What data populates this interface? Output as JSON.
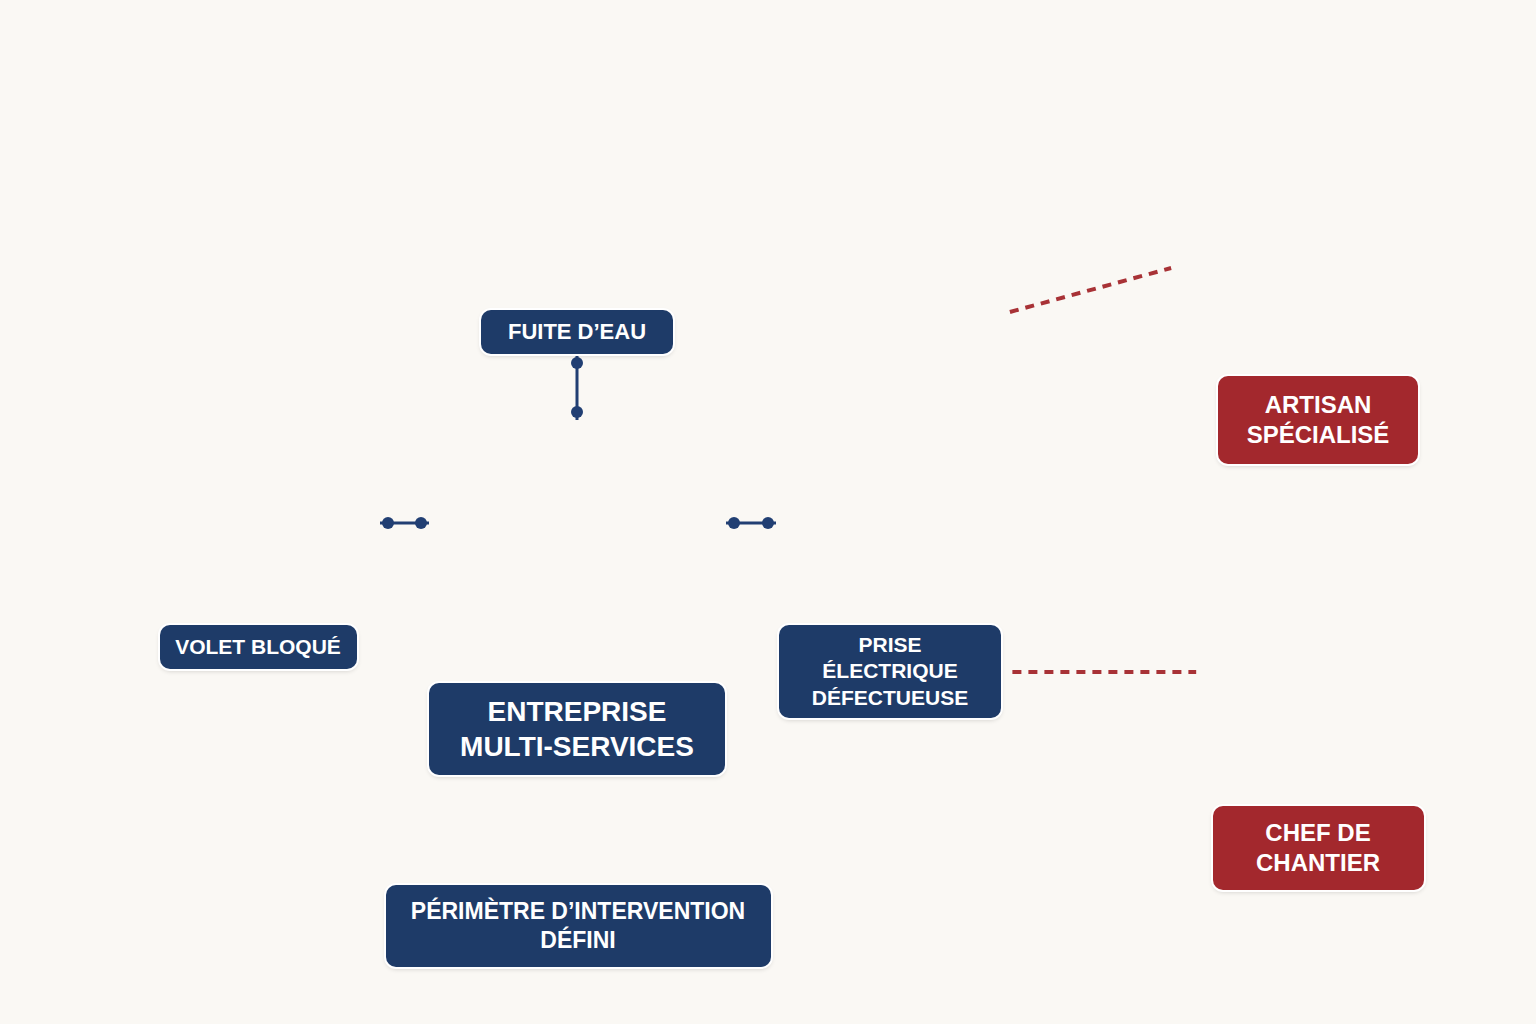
{
  "diagram": {
    "nodes": [
      {
        "text": [
          "PÉRIMÈTRE D’INTERVENTION DÉFINI"
        ]
      },
      {
        "text": [
          "FUITE D’EAU"
        ],
        "in": 0
      },
      {
        "text": [
          "VOLET BLOQUÉ"
        ],
        "in": 0
      },
      {
        "text": [
          "ENTREPRISE MULTI-SERVICES"
        ],
        "in": 0
      },
      {
        "text": [
          "PRISE ÉLECTRIQUE DÉFECTUEUSE"
        ],
        "in": 0
      },
      {
        "text": [
          "ARTISAN SPÉCIALISÉ"
        ]
      },
      {
        "text": [
          "CHEF DE CHANTIER"
        ]
      }
    ],
    "edges": [
      {
        "from": 1,
        "to": 3,
        "arrow": "none"
      },
      {
        "from": 2,
        "to": 3,
        "arrow": "none"
      },
      {
        "from": 3,
        "to": 4,
        "arrow": "none"
      },
      {
        "from": 0,
        "to": 5,
        "arrow": "none"
      },
      {
        "from": 0,
        "to": 6,
        "arrow": "none"
      }
    ]
  }
}
